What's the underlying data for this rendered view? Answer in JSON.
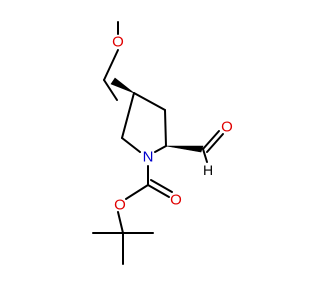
{
  "molecule": {
    "atoms": {
      "methoxy_o": "O",
      "ring_n": "N",
      "aldehyde_o": "O",
      "aldehyde_h": "H",
      "ester_o_single": "O",
      "ester_o_double": "O"
    },
    "colors": {
      "oxygen": "#e00000",
      "nitrogen": "#0000cc",
      "carbon": "#000000"
    }
  }
}
